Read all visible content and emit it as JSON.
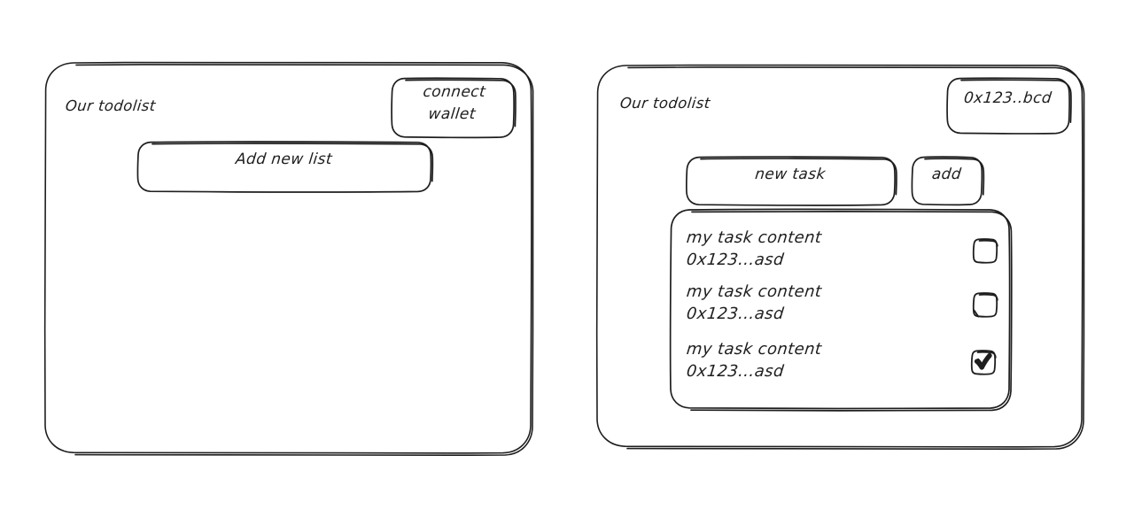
{
  "meta": {
    "kind": "wireframe-mockup",
    "stroke_color": "#1e1e1e",
    "background_color": "#ffffff"
  },
  "screens": [
    {
      "id": "disconnected",
      "title": "Our todolist",
      "wallet_button": {
        "label_line1": "connect",
        "label_line2": "wallet",
        "label": "connect wallet"
      },
      "primary_action": {
        "label": "Add new list"
      }
    },
    {
      "id": "connected",
      "title": "Our todolist",
      "wallet_button": {
        "label": "0x123..bcd"
      },
      "new_task_input": {
        "value": "new task",
        "placeholder": "new task"
      },
      "add_button": {
        "label": "add"
      },
      "task_list": {
        "items": [
          {
            "content": "my task content",
            "address": "0x123...asd",
            "checked": false
          },
          {
            "content": "my task content",
            "address": "0x123...asd",
            "checked": false
          },
          {
            "content": "my task content",
            "address": "0x123...asd",
            "checked": true
          }
        ]
      }
    }
  ]
}
